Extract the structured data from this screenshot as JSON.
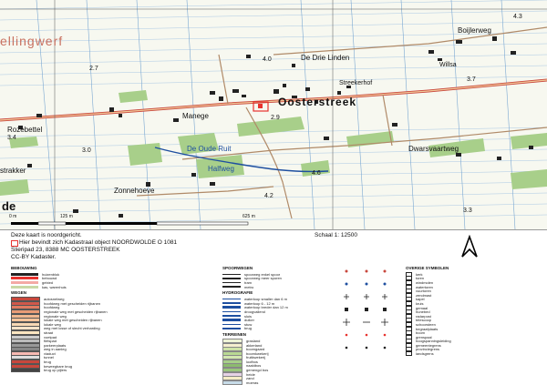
{
  "map": {
    "labels": {
      "municipality": "ellingwerf",
      "village": "Oosterstreek",
      "de_drie_linden": "De Drie Linden",
      "boijlerweg": "Boijlerweg",
      "willsa": "Willsa",
      "streekerhof": "Streekerhof",
      "manege": "Manege",
      "rozebettel": "Rozebettel",
      "de_oude_ruit": "De Oude Ruit",
      "dwarsvaartweg": "Dwarsvaartweg",
      "halfweg": "Halfweg",
      "strakker": "strakker",
      "zonnehoeve": "Zonnehoeve",
      "de": "de"
    },
    "spot_heights": {
      "h43": "4.3",
      "h40": "4.0",
      "h37": "3.7",
      "h27": "2.7",
      "h29": "2.9",
      "h30": "3.0",
      "h46": "4.6",
      "h42": "4.2",
      "h34": "3.4",
      "h33": "3.3"
    },
    "scale_labels": [
      "0 m",
      "125 m",
      "625 m"
    ],
    "colors": {
      "water": "#1e4fa0",
      "road": "#c8473c",
      "forest": "#a8cf8a",
      "meadow": "#f7f8f0",
      "property": "#e8322e"
    }
  },
  "info": {
    "line1": "Deze kaart is noordgericht.",
    "line2": "Hier bevindt zich Kadastraal object NOORDWOLDE O 1081",
    "line3": "Slieripad 23, 8388 MC OOSTERSTREEK",
    "line4": "CC-BY Kadaster.",
    "scale": "Schaal 1: 12500",
    "north_icon": "north-arrow-icon"
  },
  "legend": {
    "col1": {
      "header1": "Bebouwing",
      "items1": [
        "huizenblok",
        "bebouwd",
        "gebied",
        "kas, warenhuis"
      ],
      "header2": "Wegen",
      "items2": [
        "autosnelweg",
        "hoofdweg met gescheiden rijbanen",
        "hoofdweg",
        "regionale weg met gescheiden rijbanen",
        "regionale weg",
        "lokale weg met gescheiden rijbanen",
        "lokale weg",
        "weg met losse of slecht verharding",
        "straat",
        "voetpad",
        "fietspad",
        "parkeerplaats",
        "weg in aanleg",
        "viaduct",
        "tunnel",
        "brug",
        "beweegbare brug",
        "brug op pijlers"
      ]
    },
    "col2": {
      "header1": "Spoorwegen",
      "items1": [
        "spoorweg enkel spoor",
        "spoorweg meer sporen",
        "tram",
        "metro"
      ],
      "header2": "Hydrografie",
      "items2": [
        "waterloop smaller dan 6 m",
        "waterloop 6 - 12 m",
        "waterloop breder dan 12 m",
        "droogvallend",
        "sluis",
        "duiker",
        "stuw",
        "brug"
      ],
      "header3": "Terreinen",
      "items3": [
        "grasland",
        "akkerland",
        "boomgaard",
        "boomkwekerij",
        "fruitkwekerij",
        "loofbos",
        "naaldbos",
        "gemengd bos",
        "heide",
        "zand",
        "moeras"
      ]
    },
    "col4": {
      "header1": "Overige symbolen",
      "items1": [
        "kerk",
        "toren",
        "windmolen",
        "watertoren",
        "vuurtoren",
        "zendmast",
        "kapel",
        "kruis",
        "gemaal",
        "hunebed",
        "radarpost",
        "telescoop",
        "schoorsteen",
        "begraafplaats",
        "boom",
        "grenspaal",
        "hoogspanningsleiding",
        "gemeentegrens",
        "provinciegrens",
        "landsgrens"
      ]
    }
  }
}
